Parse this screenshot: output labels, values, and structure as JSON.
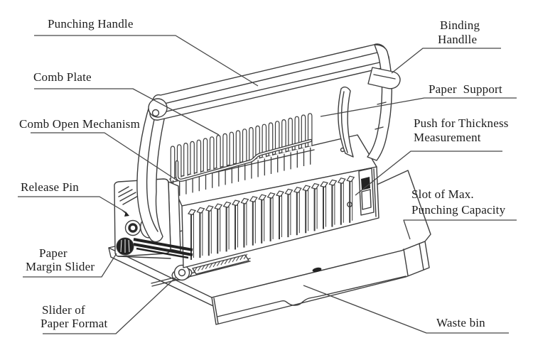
{
  "diagram": {
    "subject": "comb-binding-machine-parts-diagram",
    "labels": {
      "punching_handle": [
        "Punching Handle"
      ],
      "comb_plate": [
        "Comb Plate"
      ],
      "comb_open_mechanism": [
        "Comb Open Mechanism"
      ],
      "release_pin": [
        "Release Pin"
      ],
      "paper_margin_slider": [
        "Paper",
        "Margin Slider"
      ],
      "slider_of_paper_format": [
        "Slider of",
        "Paper Format"
      ],
      "binding_handle": [
        "Binding",
        "Handlle"
      ],
      "paper_support": [
        "Paper  Support"
      ],
      "push_for_thickness": [
        "Push for Thickness",
        "Measurement"
      ],
      "slot_max_punching": [
        "Slot of Max.",
        "Punching Capacity"
      ],
      "waste_bin": [
        "Waste bin"
      ]
    },
    "colors": {
      "background": "#ffffff",
      "line": "#3d3d3d",
      "label_text": "#1c1c1c",
      "dark_fill": "#222222"
    }
  }
}
